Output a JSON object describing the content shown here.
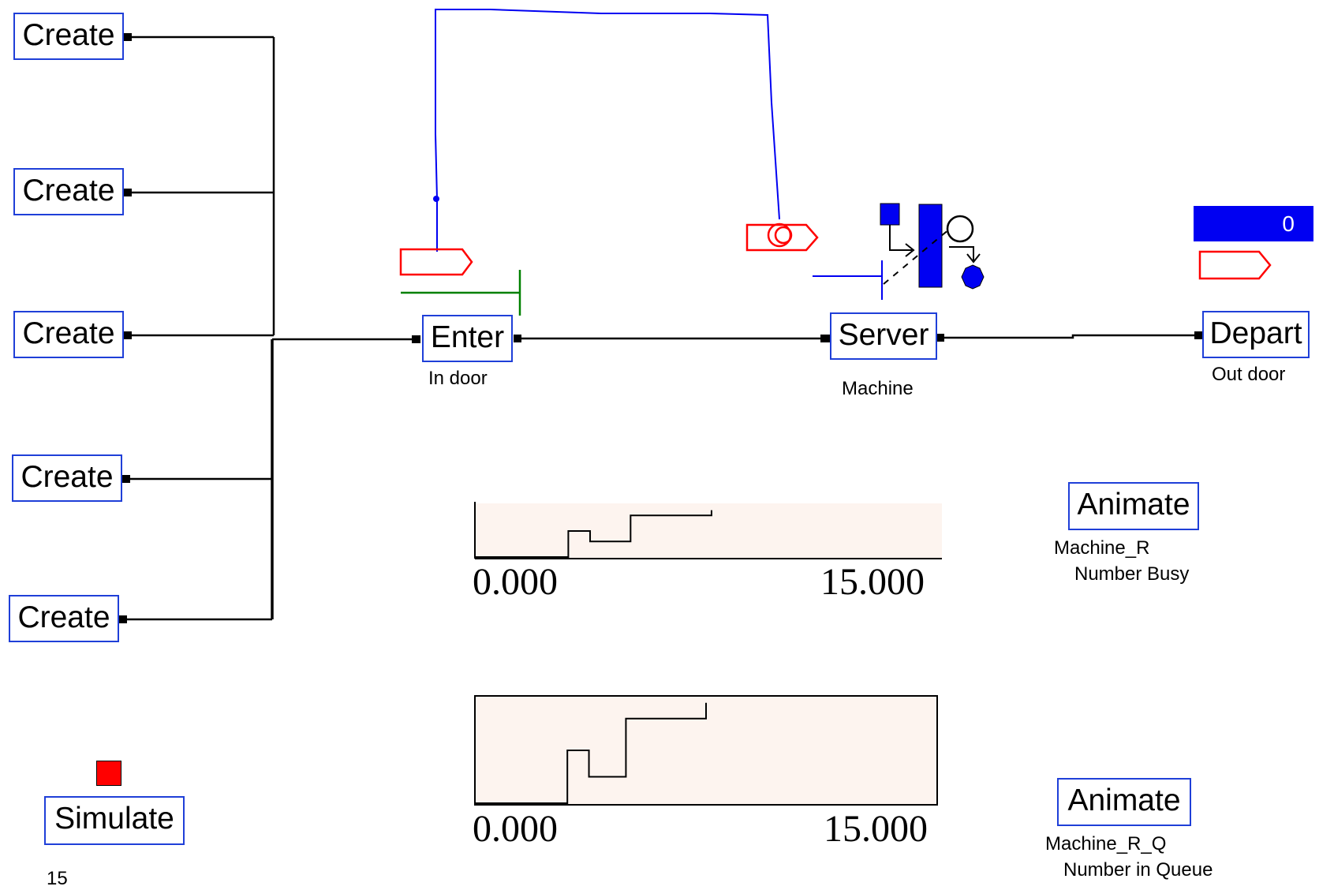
{
  "blocks": {
    "create_label": "Create",
    "enter_label": "Enter",
    "server_label": "Server",
    "depart_label": "Depart",
    "animate_label": "Animate",
    "simulate_label": "Simulate"
  },
  "labels": {
    "enter_name": "In door",
    "server_name": "Machine",
    "depart_name": "Out door",
    "animate1_line1": "Machine_R",
    "animate1_line2": "Number Busy",
    "animate2_line1": "Machine_R_Q",
    "animate2_line2": "Number in Queue",
    "sim_length": "15"
  },
  "counter_value": "0",
  "colors": {
    "block_border": "#1f3fd8",
    "connector_blue": "#0000f2",
    "entity_red": "#ff0000",
    "green_line": "#008000",
    "plot_bg": "#fdf4ef"
  },
  "chart_data": [
    {
      "type": "line",
      "step": true,
      "xlim": [
        0,
        15
      ],
      "tick_labels": [
        "0.000",
        "15.000"
      ],
      "x": [
        0,
        3,
        3.7,
        5,
        7.6
      ],
      "y": [
        0,
        0.5,
        0.3,
        0.8,
        0.9
      ]
    },
    {
      "type": "line",
      "step": true,
      "xlim": [
        0,
        15
      ],
      "tick_labels": [
        "0.000",
        "15.000"
      ],
      "x": [
        0,
        3,
        3.7,
        4.9,
        7.5
      ],
      "y": [
        0,
        0.5,
        0.25,
        0.8,
        0.95
      ]
    }
  ]
}
